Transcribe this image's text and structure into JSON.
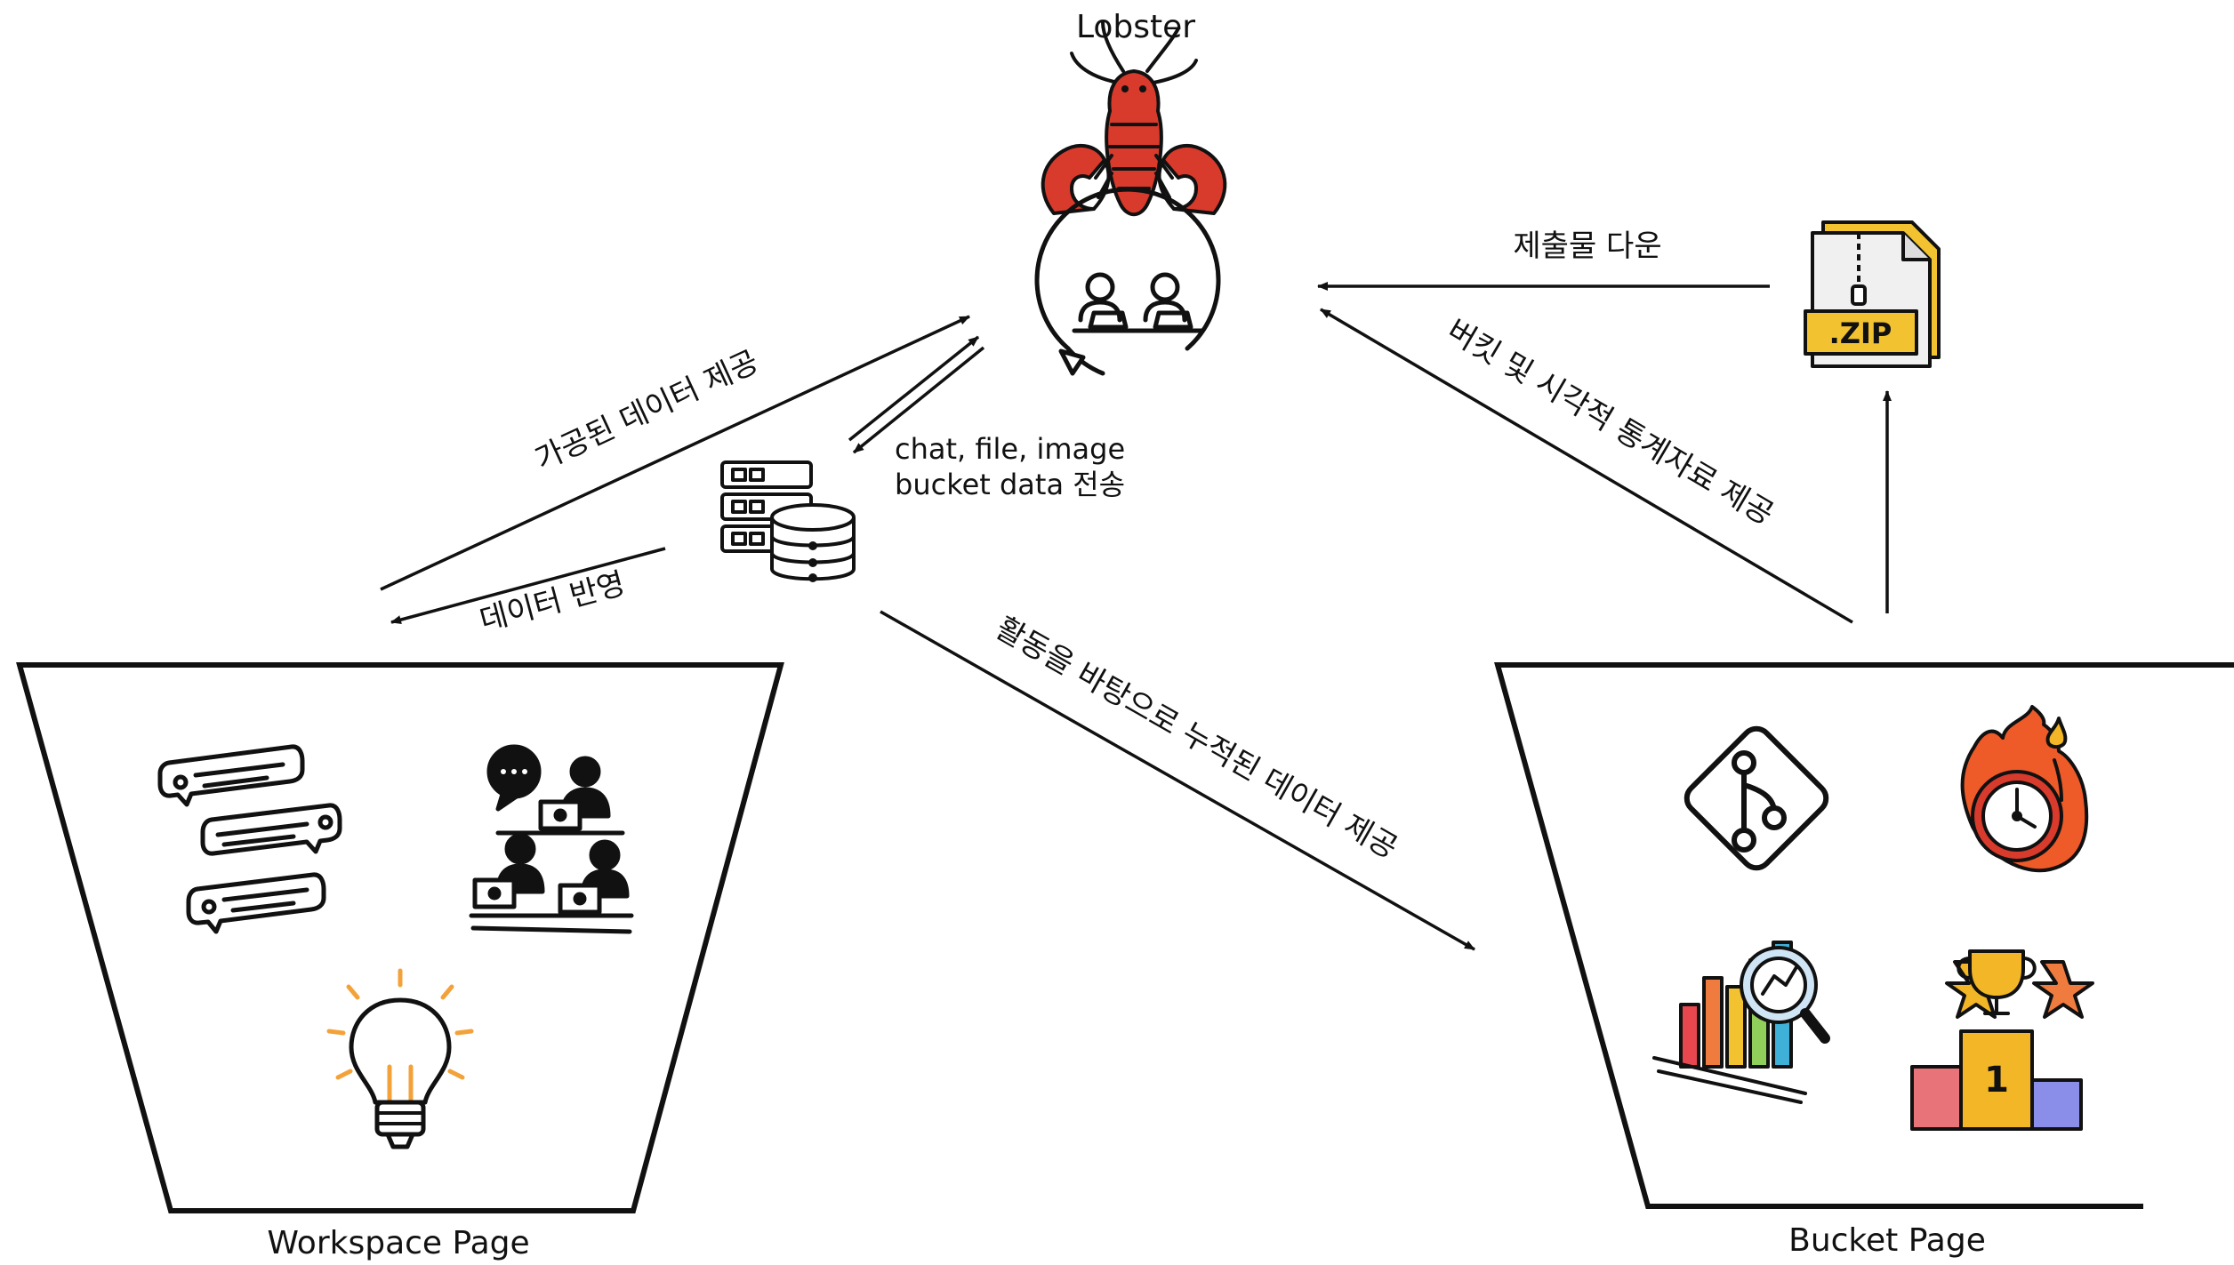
{
  "nodes": {
    "lobster": {
      "label": "Lobster"
    },
    "workspace": {
      "label": "Workspace Page"
    },
    "bucket": {
      "label": "Bucket Page"
    }
  },
  "edges": {
    "processed_data": "가공된 데이터 제공",
    "data_reflect": "데이터 반영",
    "transfer_line1": "chat, file, image",
    "transfer_line2": "bucket data 전송",
    "accumulated": "활동을 바탕으로 누적된 데이터 제공",
    "submission_download": "제출물 다운",
    "bucket_stats": "버킷 및 시각적 통계자료 제공"
  },
  "zip_label": ".ZIP",
  "colors": {
    "lobster": "#d83a2c",
    "lobster_dark": "#a82418",
    "zip_folder": "#f2c230",
    "bulb": "#f3a23a",
    "fire": "#ee5a28",
    "trophy": "#f2b627",
    "stroke": "#111111"
  },
  "icons": [
    "lobster-icon",
    "team-cycle-icon",
    "database-icon",
    "zip-file-icon",
    "chat-bubbles-icon",
    "team-meeting-icon",
    "lightbulb-icon",
    "git-branch-icon",
    "fire-timer-icon",
    "analytics-chart-icon",
    "trophy-podium-icon"
  ]
}
